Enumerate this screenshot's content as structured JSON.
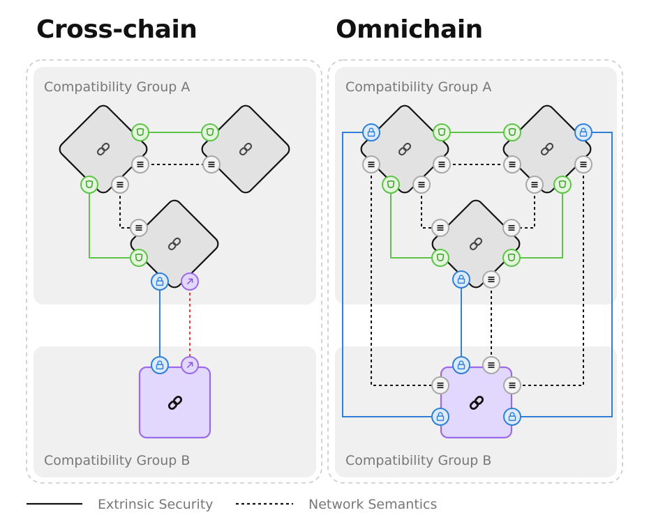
{
  "panels": {
    "cross_chain": {
      "title": "Cross-chain",
      "group_a_label": "Compatibility Group A",
      "group_b_label": "Compatibility Group B"
    },
    "omnichain": {
      "title": "Omnichain",
      "group_a_label": "Compatibility Group A",
      "group_b_label": "Compatibility Group B"
    }
  },
  "legend": {
    "solid_label": "Extrinsic Security",
    "dotted_label": "Network Semantics"
  },
  "colors": {
    "green": "#5cc446",
    "green_fill": "#e4f6dc",
    "blue": "#2f7fd6",
    "blue_fill": "#dcebfb",
    "purple": "#9b6ae8",
    "purple_fill": "#e2d7fc",
    "red": "#e23b3b",
    "chain_fill": "#e2e2e2",
    "group_fill": "#f0f0f0"
  },
  "icons": {
    "chain": "link-icon",
    "shield": "shield-icon",
    "lock": "lock-icon",
    "menu": "menu-icon",
    "arrow": "arrow-up-right-icon"
  }
}
